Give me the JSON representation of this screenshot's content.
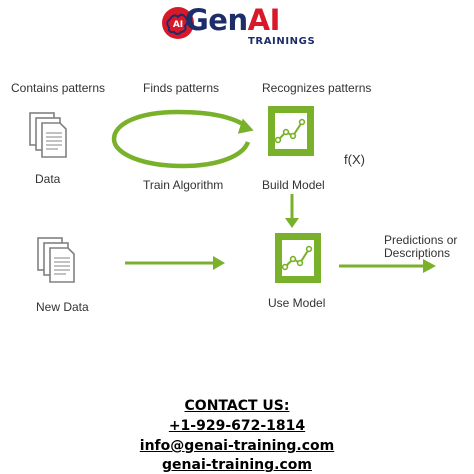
{
  "logo": {
    "name_part1": "Gen",
    "name_part2": "AI",
    "subtitle": "TRAININGS",
    "badge": "AI"
  },
  "diagram": {
    "contains_patterns": "Contains patterns",
    "finds_patterns": "Finds patterns",
    "recognizes_patterns": "Recognizes patterns",
    "data": "Data",
    "train_algorithm": "Train Algorithm",
    "build_model": "Build Model",
    "function": "f(X)",
    "new_data": "New Data",
    "use_model": "Use Model",
    "predictions_line1": "Predictions or",
    "predictions_line2": "Descriptions"
  },
  "contact": {
    "heading": "CONTACT US:",
    "phone": "+1-929-672-1814",
    "email": "info@genai-training.com",
    "website": "genai-training.com"
  },
  "colors": {
    "accent_green": "#7ab12a",
    "brand_navy": "#1d2d6b",
    "brand_red": "#d8192a"
  }
}
